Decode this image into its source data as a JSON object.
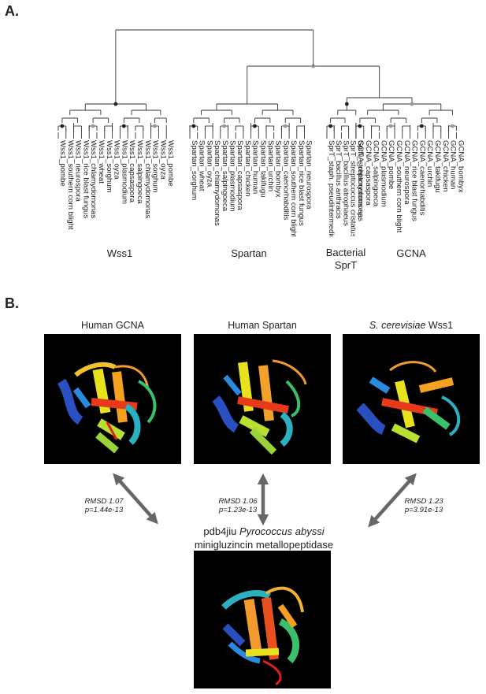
{
  "panel_a": {
    "label": "A.",
    "groups": [
      {
        "name": "Wss1",
        "leaves": [
          "Wss1_pombe",
          "Wss1_southern corn blight",
          "Wss1_neurospora",
          "Wss1_rice blast fungus",
          "Wss1_chlamydomonas",
          "Wss1_wheat",
          "Wss1_sorghum",
          "Wss1_oyza",
          "Wss1_plasmodium",
          "Wss1_capsaspora",
          "Wss1_salpingoeca",
          "Wss1_chlamydomonas",
          "Wss1_sorghum",
          "Wss1_oyza",
          "Wss1_pombe"
        ]
      },
      {
        "name": "Spartan",
        "leaves": [
          "Spartan_sorghum",
          "Spartan_wheat",
          "Spartan_oyza",
          "Spartan_chlamydomonas",
          "Spartan_salpingoeca",
          "Spartan_plasmodium",
          "Spartan_capsaspora",
          "Spartan_chicken",
          "Spartan_human",
          "Spartan_takifugu",
          "Spartan_urchin",
          "Spartan_bombyx",
          "Spartan_caenorhabditis",
          "Spartan_southern corn blight",
          "Spartan_rice blast fungus",
          "Spartan_neurospora"
        ]
      },
      {
        "name": "Bacterial SprT",
        "leaves": [
          "SprT_staph. pseudintermedius",
          "SprT_bacillus anthracis",
          "SprT_bacillus atrophaeus",
          "SprT_streptococcus cristatus",
          "SprT_streptococcus sp."
        ]
      },
      {
        "name": "GCNA",
        "leaves": [
          "GCNA_chlamydomonas",
          "GCNA_capsaspora",
          "GCNA_salpingoeca",
          "GCNA_plasmodium",
          "GCNA_pombe",
          "GCNA_southern corn blight",
          "GCNA_neurospora",
          "GCNA_rice blast fungus",
          "GCNA_caenorhabditis",
          "GCNA_urchin",
          "GCNA_takifugu",
          "GCNA_chicken",
          "GCNA_human",
          "GCNA_bombyx"
        ]
      }
    ],
    "group_labels": {
      "wss1": "Wss1",
      "spartan": "Spartan",
      "sprt_line1": "Bacterial",
      "sprt_line2": "SprT",
      "gcna": "GCNA"
    }
  },
  "panel_b": {
    "label": "B.",
    "structures": [
      {
        "title": "Human GCNA"
      },
      {
        "title": "Human Spartan"
      },
      {
        "title_italic": "S. cerevisiae",
        "title_rest": " Wss1"
      }
    ],
    "rmsd": [
      {
        "line1": "RMSD 1.07",
        "line2": "p=1.44e-13"
      },
      {
        "line1": "RMSD 1.06",
        "line2": "p=1.23e-13"
      },
      {
        "line1": "RMSD 1.23",
        "line2": "p=3.91e-13"
      }
    ],
    "reference": {
      "prefix": "pdb4jiu ",
      "italic": "Pyrococcus abyssi",
      "line2": "minigluzincin metallopeptidase"
    },
    "colors": {
      "background": "#000000",
      "arrow": "#666666"
    }
  }
}
